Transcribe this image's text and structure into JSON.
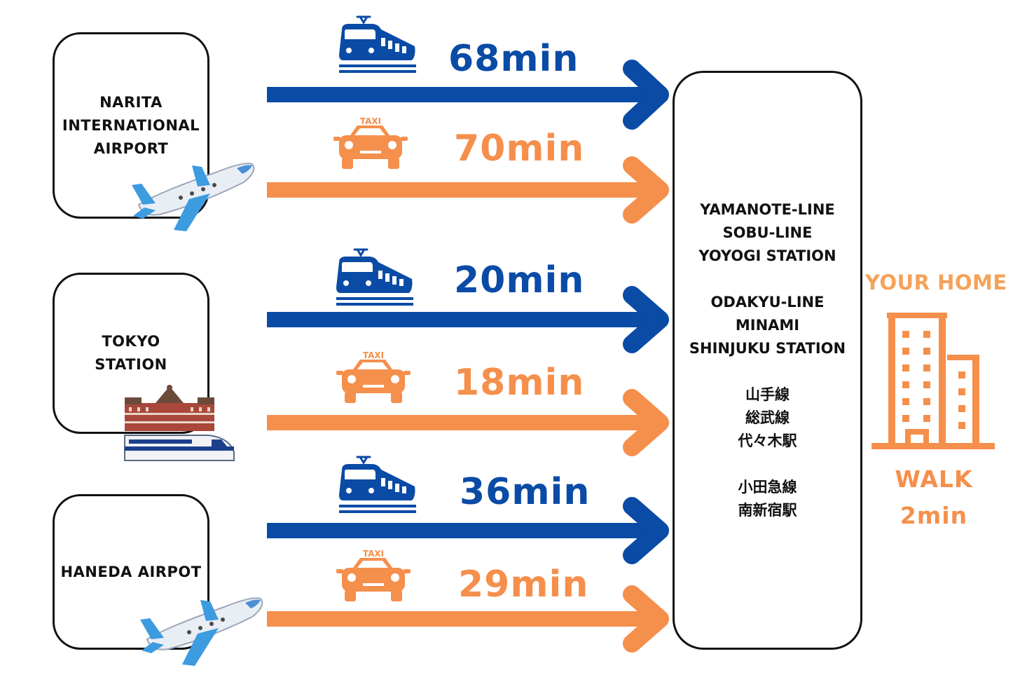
{
  "origins": {
    "narita": {
      "lines": [
        "NARITA",
        "INTERNATIONAL",
        "AIRPORT"
      ]
    },
    "tokyo": {
      "lines": [
        "TOKYO",
        "STATION"
      ]
    },
    "haneda": {
      "lines": [
        "HANEDA AIRPOT"
      ]
    }
  },
  "routes": [
    {
      "mode": "train",
      "time": "68min"
    },
    {
      "mode": "taxi",
      "time": "70min",
      "badge": "TAXI"
    },
    {
      "mode": "train",
      "time": "20min"
    },
    {
      "mode": "taxi",
      "time": "18min",
      "badge": "TAXI"
    },
    {
      "mode": "train",
      "time": "36min"
    },
    {
      "mode": "taxi",
      "time": "29min",
      "badge": "TAXI"
    }
  ],
  "station": {
    "lines": [
      "YAMANOTE-LINE",
      "SOBU-LINE",
      "YOYOGI STATION",
      "",
      "ODAKYU-LINE",
      "MINAMI",
      "SHINJUKU STATION",
      "",
      "山手線",
      "総武線",
      "代々木駅",
      "",
      "小田急線",
      "南新宿駅"
    ]
  },
  "destination": {
    "title": "YOUR HOME",
    "walk_label": "WALK",
    "walk_time": "2min"
  },
  "colors": {
    "train": "#0a4ba6",
    "taxi": "#f58f4c",
    "home": "#f58f4c"
  },
  "icons": {
    "train": "train-icon",
    "taxi": "taxi-icon",
    "plane": "airplane-icon",
    "station": "tokyo-station-icon",
    "building": "building-icon"
  }
}
